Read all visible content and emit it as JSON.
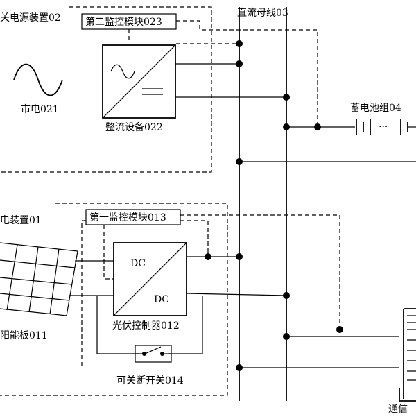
{
  "labels": {
    "backup_power_device": "关电源装置02",
    "second_monitor_module": "第二监控模块023",
    "dc_bus": "直流母线03",
    "mains": "市电021",
    "rectifier": "整流设备022",
    "battery_pack": "蓄电池组04",
    "battery_dots": "···",
    "pv_device": "电装置01",
    "first_monitor_module": "第一监控模块013",
    "dc_top": "DC",
    "dc_bottom": "DC",
    "pv_controller": "光伏控制器012",
    "solar_panel": "阳能板011",
    "breaker_switch": "可关断开关014",
    "comm_device": "通信"
  },
  "colors": {
    "line": "#000000",
    "background": "#ffffff"
  }
}
